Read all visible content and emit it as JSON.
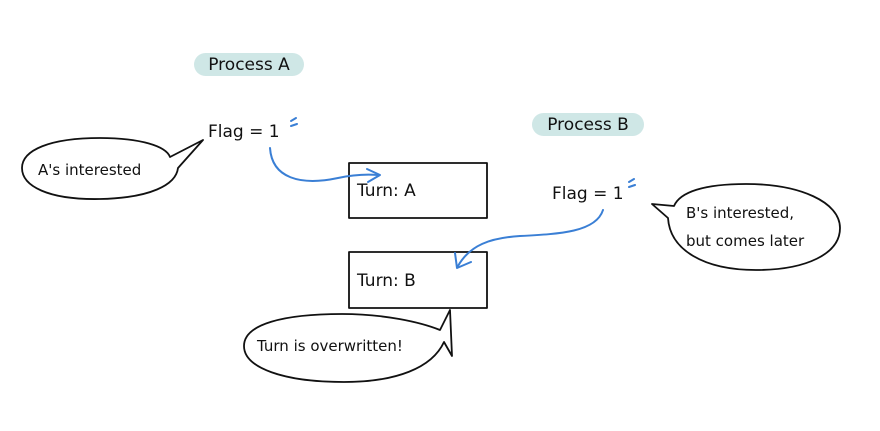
{
  "colors": {
    "pill_fill": "#cfe7e6",
    "arrow_blue": "#3a7fd5",
    "ink": "#111111",
    "background": "#ffffff"
  },
  "process_a": {
    "label": "Process A",
    "flag": "Flag = 1"
  },
  "process_b": {
    "label": "Process B",
    "flag": "Flag = 1"
  },
  "turn_boxes": [
    {
      "label": "Turn: A"
    },
    {
      "label": "Turn: B"
    }
  ],
  "bubbles": {
    "a_interested": [
      "A's interested"
    ],
    "b_interested": [
      "B's interested,",
      "but comes later"
    ],
    "overwritten": [
      "Turn is overwritten!"
    ]
  }
}
